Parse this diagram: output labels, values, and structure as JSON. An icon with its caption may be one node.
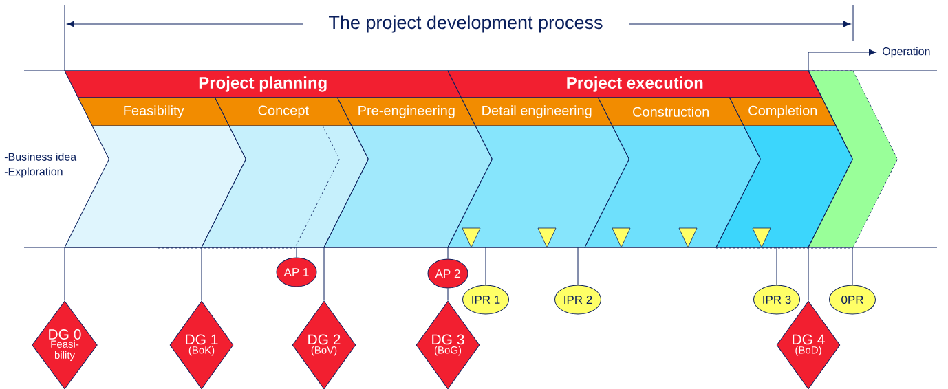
{
  "diagram": {
    "title": "The project development process",
    "nodes": [
      {
        "text": [
          "Project planning"
        ]
      },
      {
        "text": [
          "Project execution"
        ]
      },
      {
        "text": [
          "Feasibility"
        ]
      },
      {
        "text": [
          "Concept"
        ]
      },
      {
        "text": [
          "Pre-engineering"
        ]
      },
      {
        "text": [
          "Detail engineering"
        ]
      },
      {
        "text": [
          "Construction"
        ]
      },
      {
        "text": [
          "Completion"
        ]
      },
      {
        "text": [
          "AP 1"
        ]
      },
      {
        "text": [
          "AP 2"
        ]
      },
      {
        "text": [
          "IPR 1"
        ]
      },
      {
        "text": [
          "IPR 2"
        ]
      },
      {
        "text": [
          "IPR 3"
        ]
      },
      {
        "text": [
          "0PR"
        ]
      },
      {
        "text": [
          "DG 0",
          "Feasi-bility"
        ]
      },
      {
        "text": [
          "DG 1",
          "(BoK)"
        ]
      },
      {
        "text": [
          "DG 2",
          "(BoV)"
        ]
      },
      {
        "text": [
          "DG 3",
          "(BoG)"
        ]
      },
      {
        "text": [
          "DG 4",
          "(BoD)"
        ]
      },
      {
        "text": [],
        "shape": "chevron"
      },
      {
        "text": [],
        "shape": "chevron"
      },
      {
        "text": [],
        "shape": "chevron"
      },
      {
        "text": [],
        "shape": "chevron"
      },
      {
        "text": [],
        "shape": "chevron"
      },
      {
        "text": [],
        "shape": "chevron"
      },
      {
        "text": [],
        "shape": "chevron"
      }
    ],
    "edges": [
      {
        "from": 14,
        "to": 19,
        "arrow": "none"
      },
      {
        "from": 15,
        "to": 20,
        "arrow": "none"
      },
      {
        "from": 8,
        "to": 20,
        "arrow": "none"
      },
      {
        "from": 16,
        "to": 21,
        "arrow": "none"
      },
      {
        "from": 17,
        "to": 9,
        "arrow": "none"
      },
      {
        "from": 9,
        "to": 22,
        "arrow": "none"
      },
      {
        "from": 10,
        "to": 22,
        "arrow": "none"
      },
      {
        "from": 11,
        "to": 22,
        "arrow": "none"
      },
      {
        "from": 12,
        "to": 24,
        "arrow": "none"
      },
      {
        "from": 18,
        "to": 25,
        "arrow": "none"
      },
      {
        "from": 13,
        "to": 25,
        "arrow": "none"
      }
    ],
    "labels": [
      "Operation",
      "-Business idea",
      "-Exploration"
    ]
  }
}
